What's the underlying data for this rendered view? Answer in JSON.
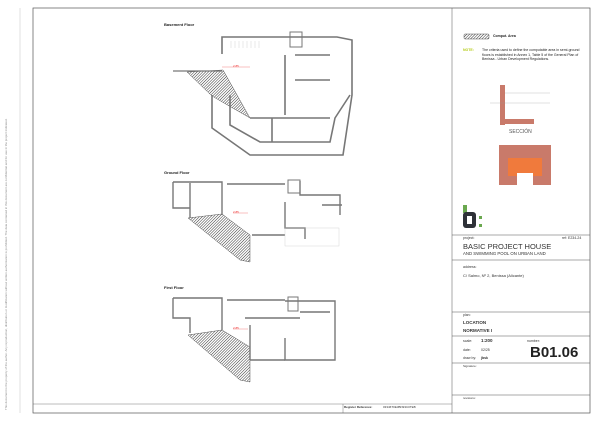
{
  "sidebar_text": "This document is the property of the author. Any reproduction, distribution or modification without written authorization is prohibited. The data contained in this document are confidential and for use in the project indicated.",
  "floors": [
    {
      "label": "Basement Floor",
      "dim": "2.85"
    },
    {
      "label": "Ground Floor",
      "dim": "2.85"
    },
    {
      "label": "First Floor",
      "dim": "2.85"
    }
  ],
  "legend": {
    "hatch_label": "Comput. Area"
  },
  "note": {
    "label": "NOTE:",
    "text": "The criteria used to define the computable area in semi-ground floors is established in Annex 1, Table 5 of the General Plan of Benissa - Urban Development Regulations.",
    "label_color": "#b5cc18"
  },
  "section": {
    "caption": "SECCIÓN",
    "wall_color": "#c97a6a",
    "area_color": "#f07a3c"
  },
  "logo": {
    "text": "as",
    "dark": "#2e3138",
    "green": "#6aa84f"
  },
  "title_block": {
    "project_label": "project:",
    "ref": "ref: E234-24",
    "project_title": "BASIC PROJECT HOUSE",
    "project_subtitle": "AND SWIMMING POOL ON URBAN LAND",
    "address_label": "address:",
    "address": "C/ Salmo, Nº 2, Benissa (Alicante)",
    "plan_label": "plan:",
    "plan_title": "LOCATION",
    "plan_subtitle": "NORMATIVE I",
    "scale_label": "scale:",
    "scale": "1:200",
    "date_label": "date:",
    "date": "02/25",
    "drawn_label": "draw by:",
    "drawn": "jbsk",
    "number_label": "number:",
    "number": "B01.06",
    "signature_label": "Signature:",
    "revisions_label": "revisions:"
  },
  "register": {
    "label": "Register Reference:",
    "value": "03346T0E3BN93C0TEB"
  }
}
